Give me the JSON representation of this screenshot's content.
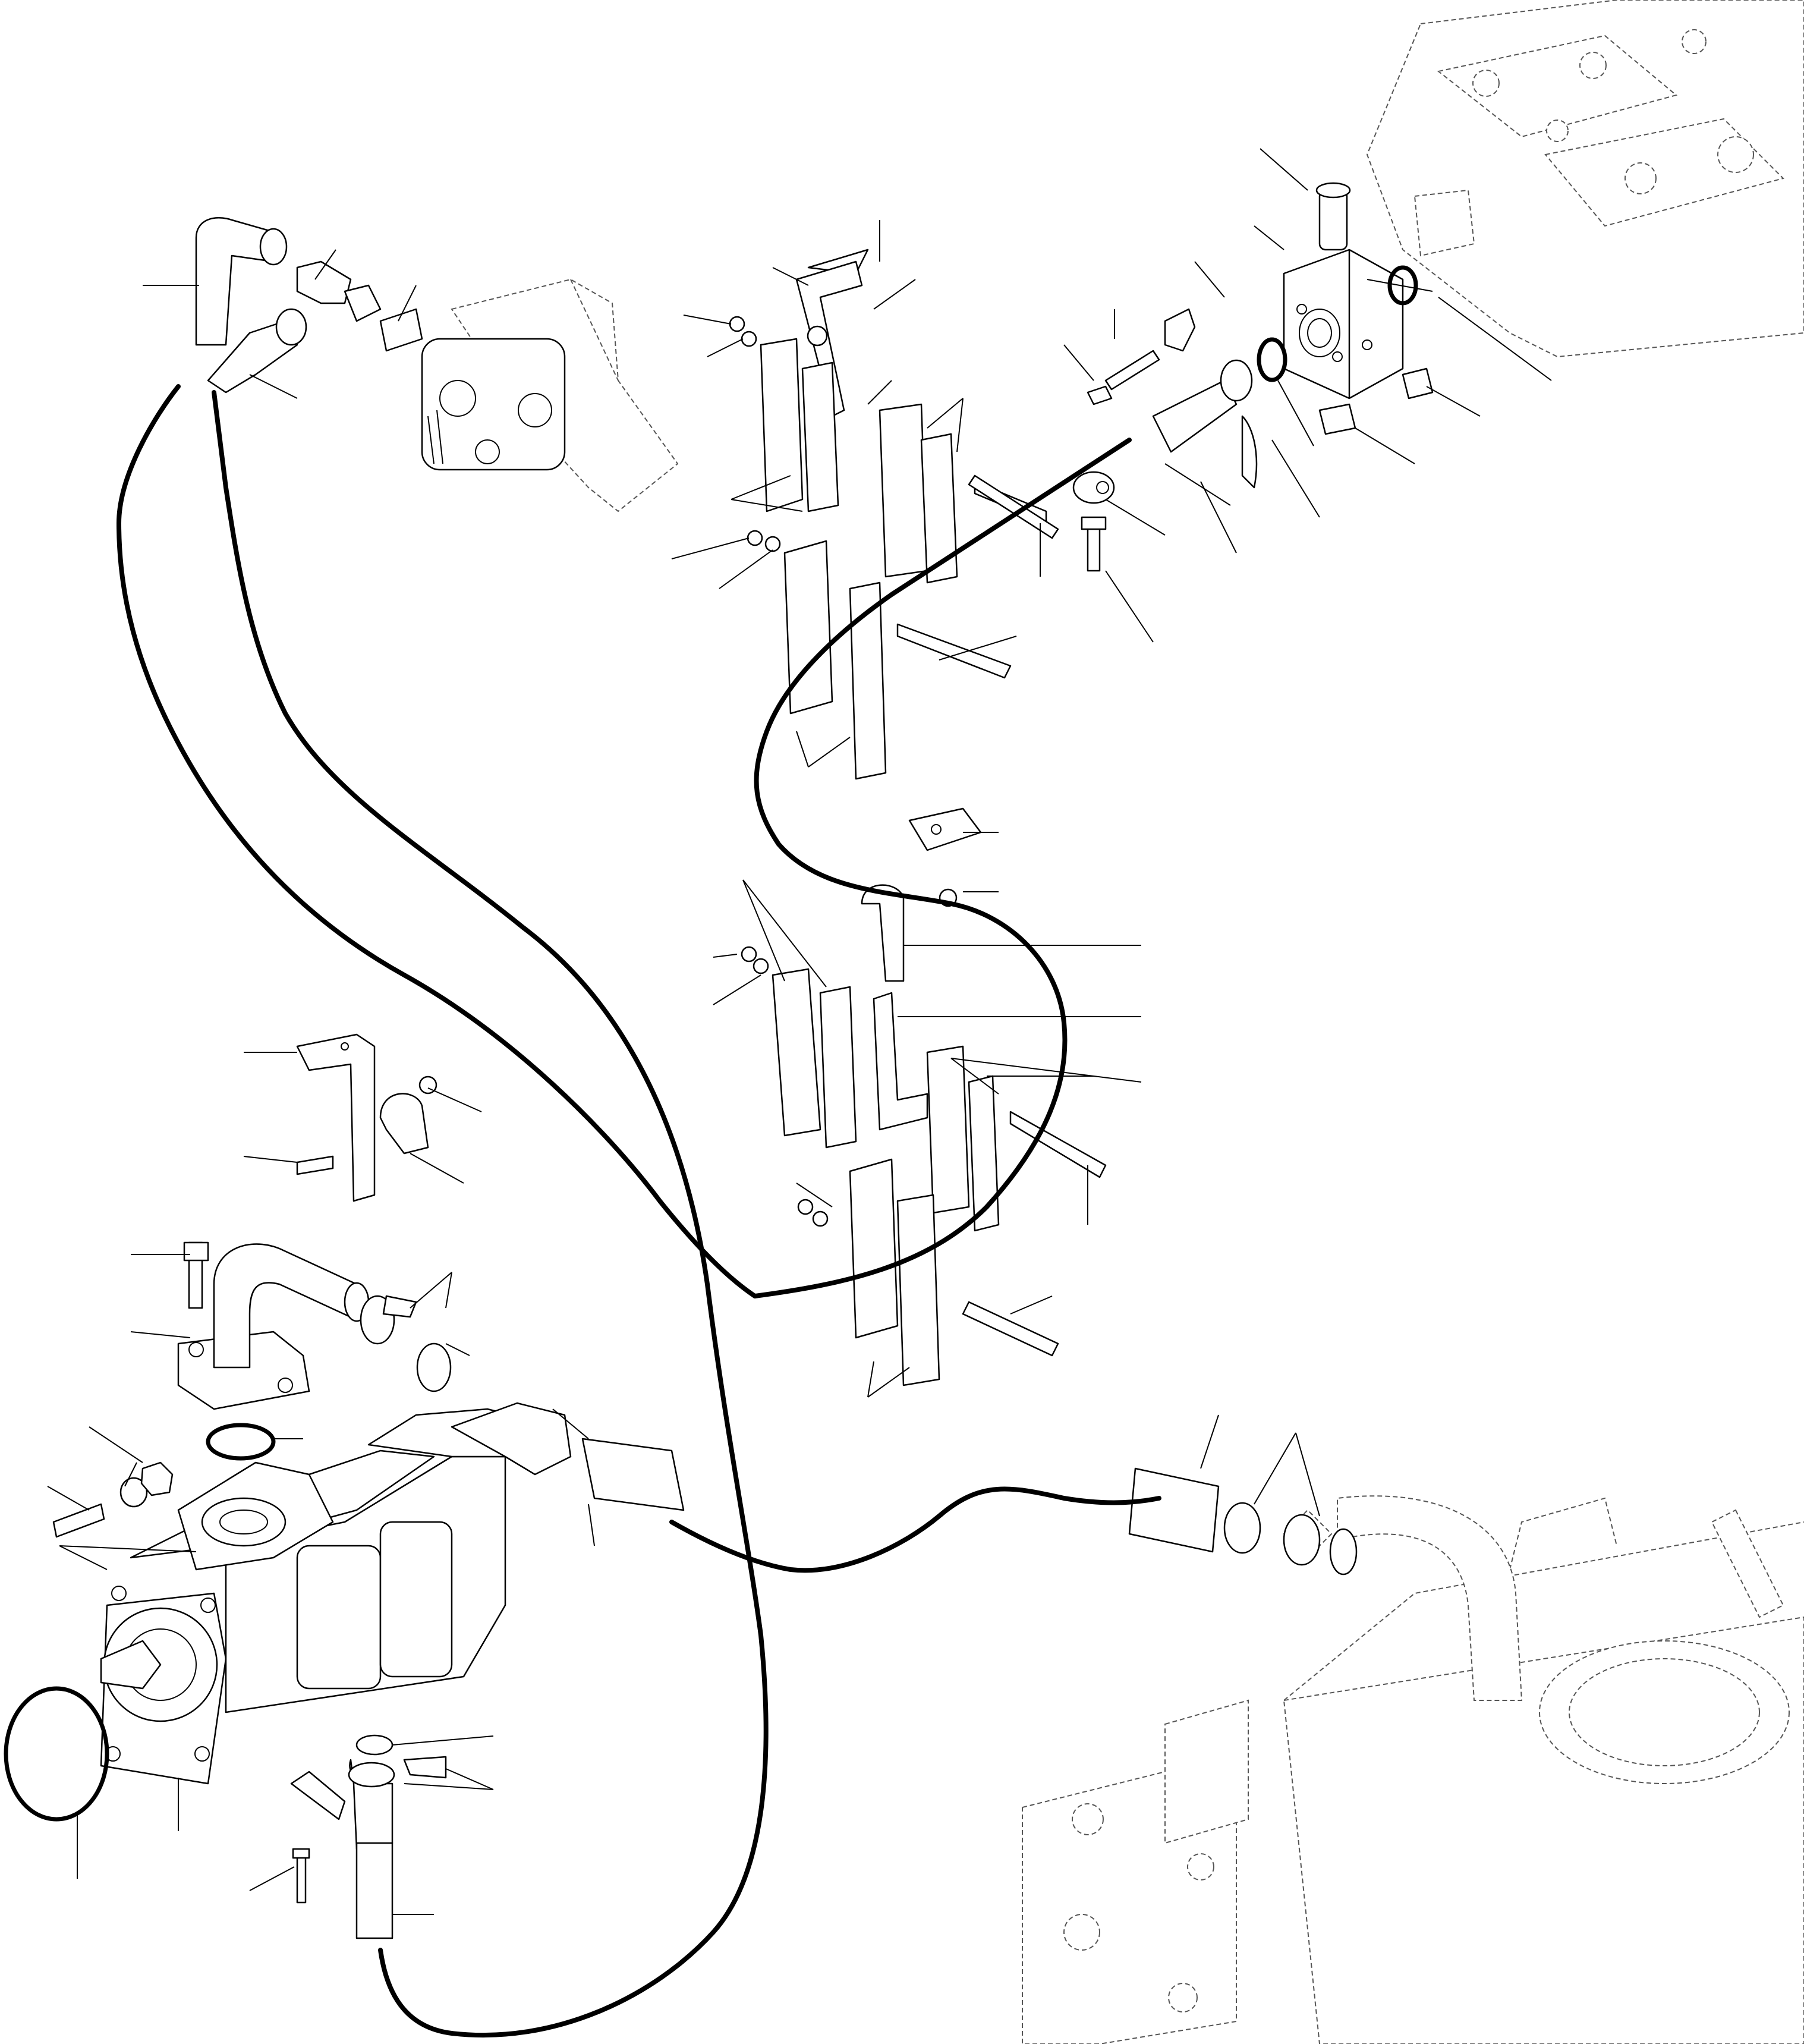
{
  "diagram": {
    "components": [
      {
        "id": "main-pump",
        "icon": "gear-pump-icon"
      },
      {
        "id": "control-valve-block",
        "icon": "valve-block-icon"
      },
      {
        "id": "hydraulic-tank",
        "icon": "tank-icon"
      },
      {
        "id": "auxiliary-valve",
        "icon": "valve-icon"
      },
      {
        "id": "flange-adapter-block",
        "icon": "flange-block-icon"
      },
      {
        "id": "hose-clamp-assemblies",
        "icon": "clamp-icon"
      },
      {
        "id": "suction-hose",
        "icon": "hose-icon"
      },
      {
        "id": "pressure-hoses",
        "icon": "hose-icon"
      }
    ],
    "line_color": "#000000",
    "phantom_color": "#555555"
  }
}
